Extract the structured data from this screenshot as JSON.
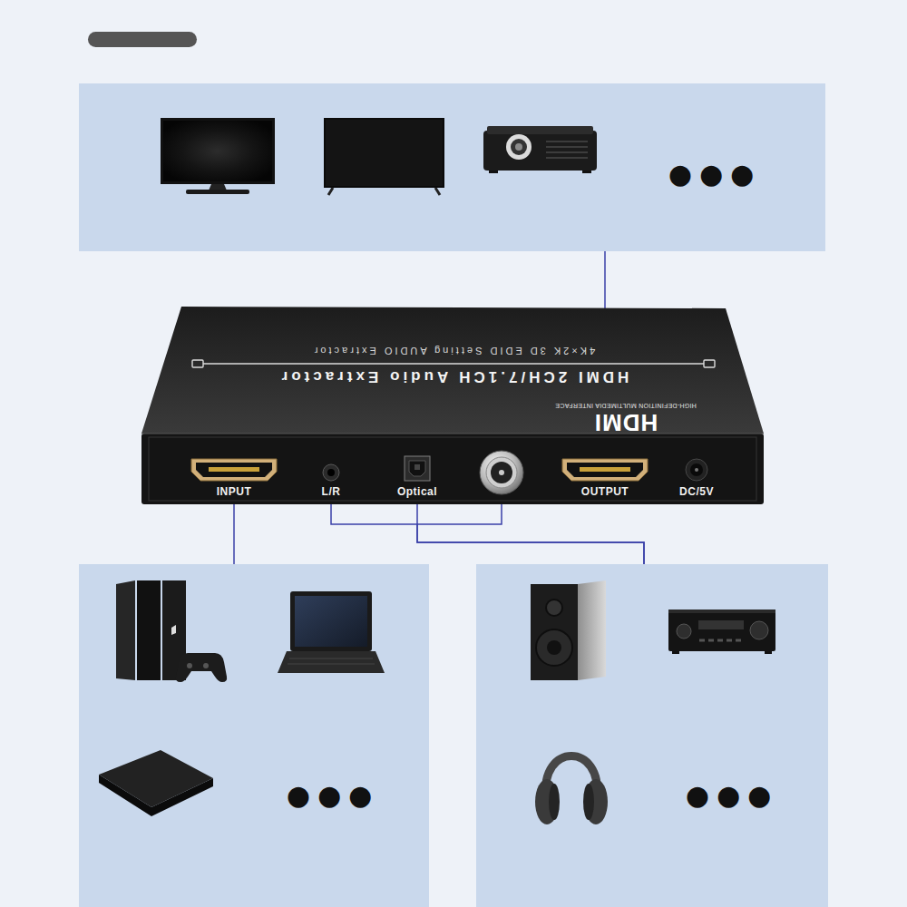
{
  "diagram": {
    "nodes": [
      {
        "text": [
          "●●●"
        ]
      },
      {
        "text": [
          "4K×2K 3D EDID Setting AUDIO Extractor",
          "HDMI 2CH/7.1CH Audio Extractor",
          "HIGH-DEFINITION MULTIMEDIA INTERFACE",
          "HDMI"
        ]
      },
      {
        "text": [
          "INPUT"
        ],
        "in": 1
      },
      {
        "text": [
          "L/R"
        ],
        "in": 1
      },
      {
        "text": [
          "Optical"
        ],
        "in": 1
      },
      {
        "text": [
          "OUTPUT"
        ],
        "in": 1
      },
      {
        "text": [
          "DC/5V"
        ],
        "in": 1
      },
      {
        "text": [
          "●●●"
        ]
      },
      {
        "text": [
          "●●●"
        ]
      }
    ],
    "edges": [
      {
        "from": 5,
        "to": 0,
        "arrow": "none"
      },
      {
        "from": 2,
        "to": 7,
        "arrow": "none"
      },
      {
        "from": 3,
        "to": 8,
        "arrow": "none"
      },
      {
        "from": 4,
        "to": 8,
        "arrow": "none"
      }
    ]
  }
}
